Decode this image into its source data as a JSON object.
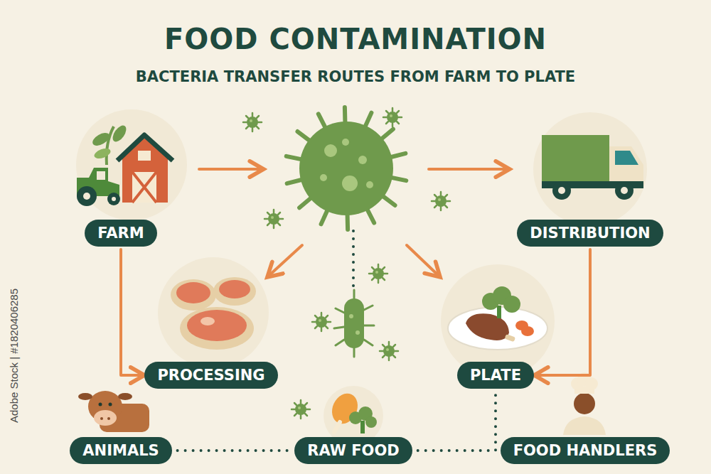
{
  "diagram": {
    "title": "FOOD CONTAMINATION",
    "nodes": [
      {
        "text": [
          "FARM"
        ]
      },
      {
        "text": [
          "DISTRIBUTION"
        ]
      },
      {
        "text": [
          "PROCESSING"
        ]
      },
      {
        "text": [
          "PLATE"
        ]
      },
      {
        "text": [
          "ANIMALS"
        ]
      },
      {
        "text": [
          "RAW FOOD"
        ]
      },
      {
        "text": [
          "FOOD HANDLERS"
        ]
      }
    ],
    "edges": [
      {
        "from": 0,
        "to": 2,
        "arrow": "to"
      },
      {
        "from": 1,
        "to": 3,
        "arrow": "to"
      },
      {
        "from": 4,
        "to": 5,
        "arrow": "none"
      },
      {
        "from": 5,
        "to": 3,
        "arrow": "none"
      }
    ],
    "labels": [
      "BACTERIA TRANSFER ROUTES FROM FARM TO PLATE",
      "Adobe Stock | #1820406285"
    ]
  }
}
